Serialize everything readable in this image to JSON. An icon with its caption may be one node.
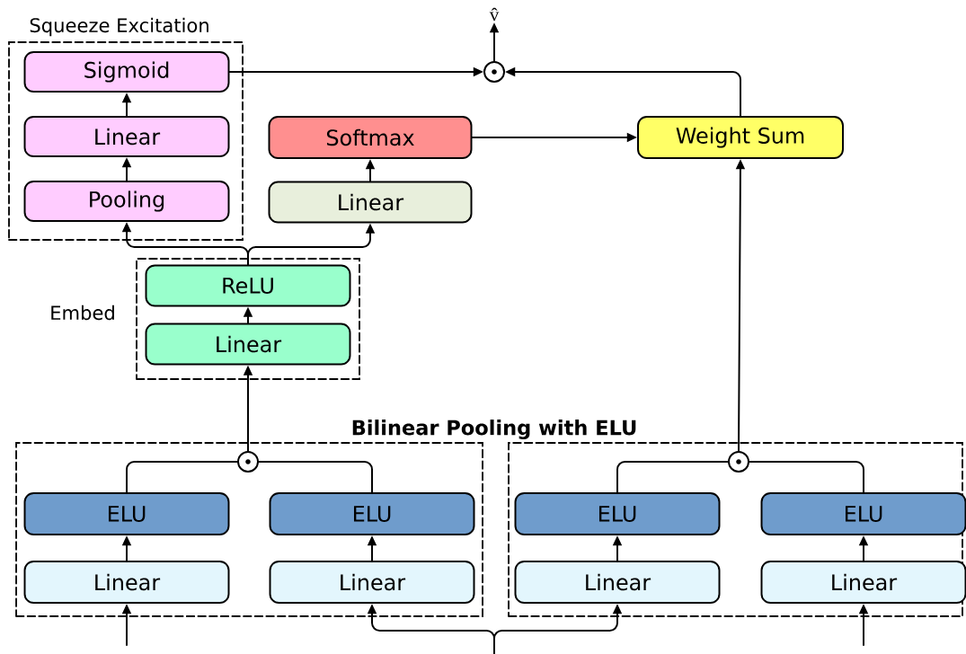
{
  "diagram": {
    "nodes": [
      {
        "text": [
          "Squeeze Excitation"
        ]
      },
      {
        "text": [
          "Sigmoid"
        ],
        "in": 0
      },
      {
        "text": [
          "Linear"
        ],
        "in": 0
      },
      {
        "text": [
          "Pooling"
        ],
        "in": 0
      },
      {
        "text": [
          "Softmax"
        ]
      },
      {
        "text": [
          "Linear"
        ]
      },
      {
        "text": [
          "Embed"
        ]
      },
      {
        "text": [
          "ReLU"
        ],
        "in": 6
      },
      {
        "text": [
          "Linear"
        ],
        "in": 6
      },
      {
        "text": [
          "Weight Sum"
        ]
      },
      {
        "text": [],
        "shape": "circle"
      },
      {
        "text": [
          "v̂"
        ]
      },
      {
        "text": [],
        "shape": "box"
      },
      {
        "text": [],
        "shape": "box"
      },
      {
        "text": [],
        "shape": "circle",
        "in": 12
      },
      {
        "text": [
          "ELU"
        ],
        "in": 12
      },
      {
        "text": [
          "ELU"
        ],
        "in": 12
      },
      {
        "text": [
          "Linear"
        ],
        "in": 12
      },
      {
        "text": [
          "Linear"
        ],
        "in": 12
      },
      {
        "text": [],
        "shape": "circle",
        "in": 13
      },
      {
        "text": [
          "ELU"
        ],
        "in": 13
      },
      {
        "text": [
          "ELU"
        ],
        "in": 13
      },
      {
        "text": [
          "Linear"
        ],
        "in": 13
      },
      {
        "text": [
          "Linear"
        ],
        "in": 13
      }
    ],
    "edges": [
      {
        "from": 3,
        "to": 2,
        "arrow": "to"
      },
      {
        "from": 2,
        "to": 1,
        "arrow": "to"
      },
      {
        "from": 1,
        "to": 10,
        "arrow": "to"
      },
      {
        "from": 9,
        "to": 10,
        "arrow": "to"
      },
      {
        "from": 10,
        "to": 11,
        "arrow": "to"
      },
      {
        "from": 4,
        "to": 9,
        "arrow": "to"
      },
      {
        "from": 5,
        "to": 4,
        "arrow": "to"
      },
      {
        "from": 8,
        "to": 7,
        "arrow": "to"
      },
      {
        "from": 7,
        "to": 3,
        "arrow": "to"
      },
      {
        "from": 7,
        "to": 5,
        "arrow": "to"
      },
      {
        "from": 14,
        "to": 8,
        "arrow": "to"
      },
      {
        "from": 19,
        "to": 9,
        "arrow": "to"
      },
      {
        "from": 15,
        "to": 14,
        "arrow": "none"
      },
      {
        "from": 16,
        "to": 14,
        "arrow": "none"
      },
      {
        "from": 20,
        "to": 19,
        "arrow": "none"
      },
      {
        "from": 21,
        "to": 19,
        "arrow": "none"
      },
      {
        "from": 17,
        "to": 15,
        "arrow": "to"
      },
      {
        "from": 18,
        "to": 16,
        "arrow": "to"
      },
      {
        "from": 22,
        "to": 20,
        "arrow": "to"
      },
      {
        "from": 23,
        "to": 21,
        "arrow": "to"
      },
      {
        "from": null,
        "to": 17,
        "arrow": "to"
      },
      {
        "from": null,
        "to": 18,
        "arrow": "to"
      },
      {
        "from": null,
        "to": 22,
        "arrow": "to"
      },
      {
        "from": null,
        "to": 23,
        "arrow": "to"
      }
    ],
    "labels": [
      "Bilinear Pooling with ELU"
    ]
  }
}
